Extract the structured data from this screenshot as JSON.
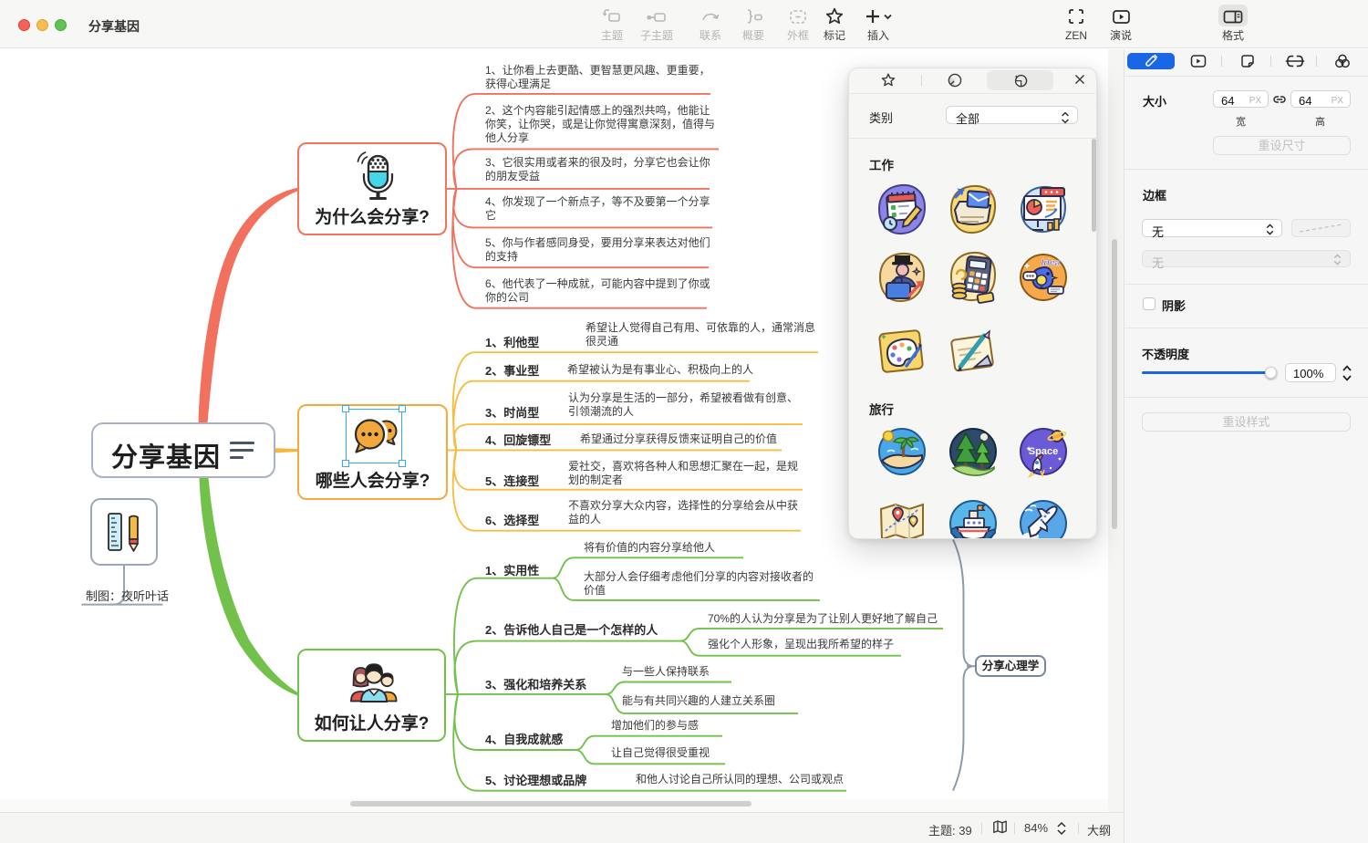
{
  "window": {
    "title": "分享基因"
  },
  "toolbar": {
    "items": [
      {
        "label": "主题",
        "enabled": false
      },
      {
        "label": "子主题",
        "enabled": false
      },
      {
        "label": "联系",
        "enabled": false
      },
      {
        "label": "概要",
        "enabled": false
      },
      {
        "label": "外框",
        "enabled": false
      },
      {
        "label": "标记",
        "enabled": true
      },
      {
        "label": "插入",
        "enabled": true
      }
    ],
    "zen_label": "ZEN",
    "present_label": "演说",
    "format_label": "格式"
  },
  "sticker_panel": {
    "category_label": "类别",
    "category_value": "全部",
    "sections": [
      {
        "title": "工作",
        "stickers": [
          "calendar-plan",
          "mail-folder",
          "presentation-chart",
          "businessman",
          "calculator-finance",
          "idea-bird",
          "palette",
          "stationery-note"
        ]
      },
      {
        "title": "旅行",
        "stickers": [
          "island",
          "forest",
          "space-rocket",
          "travel-map",
          "cruise-ship",
          "airplane"
        ]
      }
    ]
  },
  "format_panel": {
    "size_label": "大小",
    "width_value": "64",
    "height_value": "64",
    "px_unit": "PX",
    "width_label": "宽",
    "height_label": "高",
    "reset_size_label": "重设尺寸",
    "border_label": "边框",
    "border_style_value": "无",
    "border_width_value": "无",
    "shadow_label": "阴影",
    "opacity_label": "不透明度",
    "opacity_value": "100%",
    "reset_style_label": "重设样式"
  },
  "statusbar": {
    "topic_count": "主题: 39",
    "zoom": "84%",
    "outline_label": "大纲"
  },
  "mindmap": {
    "root": "分享基因",
    "floating_caption": "制图：夜听叶话",
    "summary": "分享心理学",
    "why": {
      "title": "为什么会分享?",
      "children": [
        "1、让你看上去更酷、更智慧更风趣、更重要，\n获得心理满足",
        "2、这个内容能引起情感上的强烈共鸣，他能让\n你笑，让你哭，或是让你觉得寓意深刻，值得与\n他人分享",
        "3、它很实用或者来的很及时，分享它也会让你\n的朋友受益",
        "4、你发现了一个新点子，等不及要第一个分享\n它",
        "5、你与作者感同身受，要用分享来表达对他们\n的支持",
        "6、他代表了一种成就，可能内容中提到了你或\n你的公司"
      ]
    },
    "who": {
      "title": "哪些人会分享?",
      "children": [
        {
          "label": "1、利他型",
          "desc": "希望让人觉得自己有用、可依靠的人，通常消息\n很灵通"
        },
        {
          "label": "2、事业型",
          "desc": "希望被认为是有事业心、积极向上的人"
        },
        {
          "label": "3、时尚型",
          "desc": "认为分享是生活的一部分，希望被看做有创意、\n引领潮流的人"
        },
        {
          "label": "4、回旋镖型",
          "desc": "希望通过分享获得反馈来证明自己的价值"
        },
        {
          "label": "5、连接型",
          "desc": "爱社交，喜欢将各种人和思想汇聚在一起，是规\n划的制定者"
        },
        {
          "label": "6、选择型",
          "desc": "不喜欢分享大众内容，选择性的分享给会从中获\n益的人"
        }
      ]
    },
    "how": {
      "title": "如何让人分享?",
      "children": [
        {
          "label": "1、实用性",
          "subs": [
            "将有价值的内容分享给他人",
            "大部分人会仔细考虑他们分享的内容对接收者的\n价值"
          ]
        },
        {
          "label": "2、告诉他人自己是一个怎样的人",
          "subs": [
            "70%的人认为分享是为了让别人更好地了解自己",
            "强化个人形象，呈现出我所希望的样子"
          ]
        },
        {
          "label": "3、强化和培养关系",
          "subs": [
            "与一些人保持联系",
            "能与有共同兴趣的人建立关系圈"
          ]
        },
        {
          "label": "4、自我成就感",
          "subs": [
            "增加他们的参与感",
            "让自己觉得很受重视"
          ]
        },
        {
          "label": "5、讨论理想或品牌",
          "subs": [
            "和他人讨论自己所认同的理想、公司或观点"
          ]
        }
      ]
    }
  },
  "colors": {
    "branch_red": "#f2715e",
    "branch_yellow": "#f6b73c",
    "branch_green": "#72c14b",
    "slate": "#8d9aac",
    "accent_blue": "#1b66e4",
    "selection_blue": "#38a9f5"
  }
}
